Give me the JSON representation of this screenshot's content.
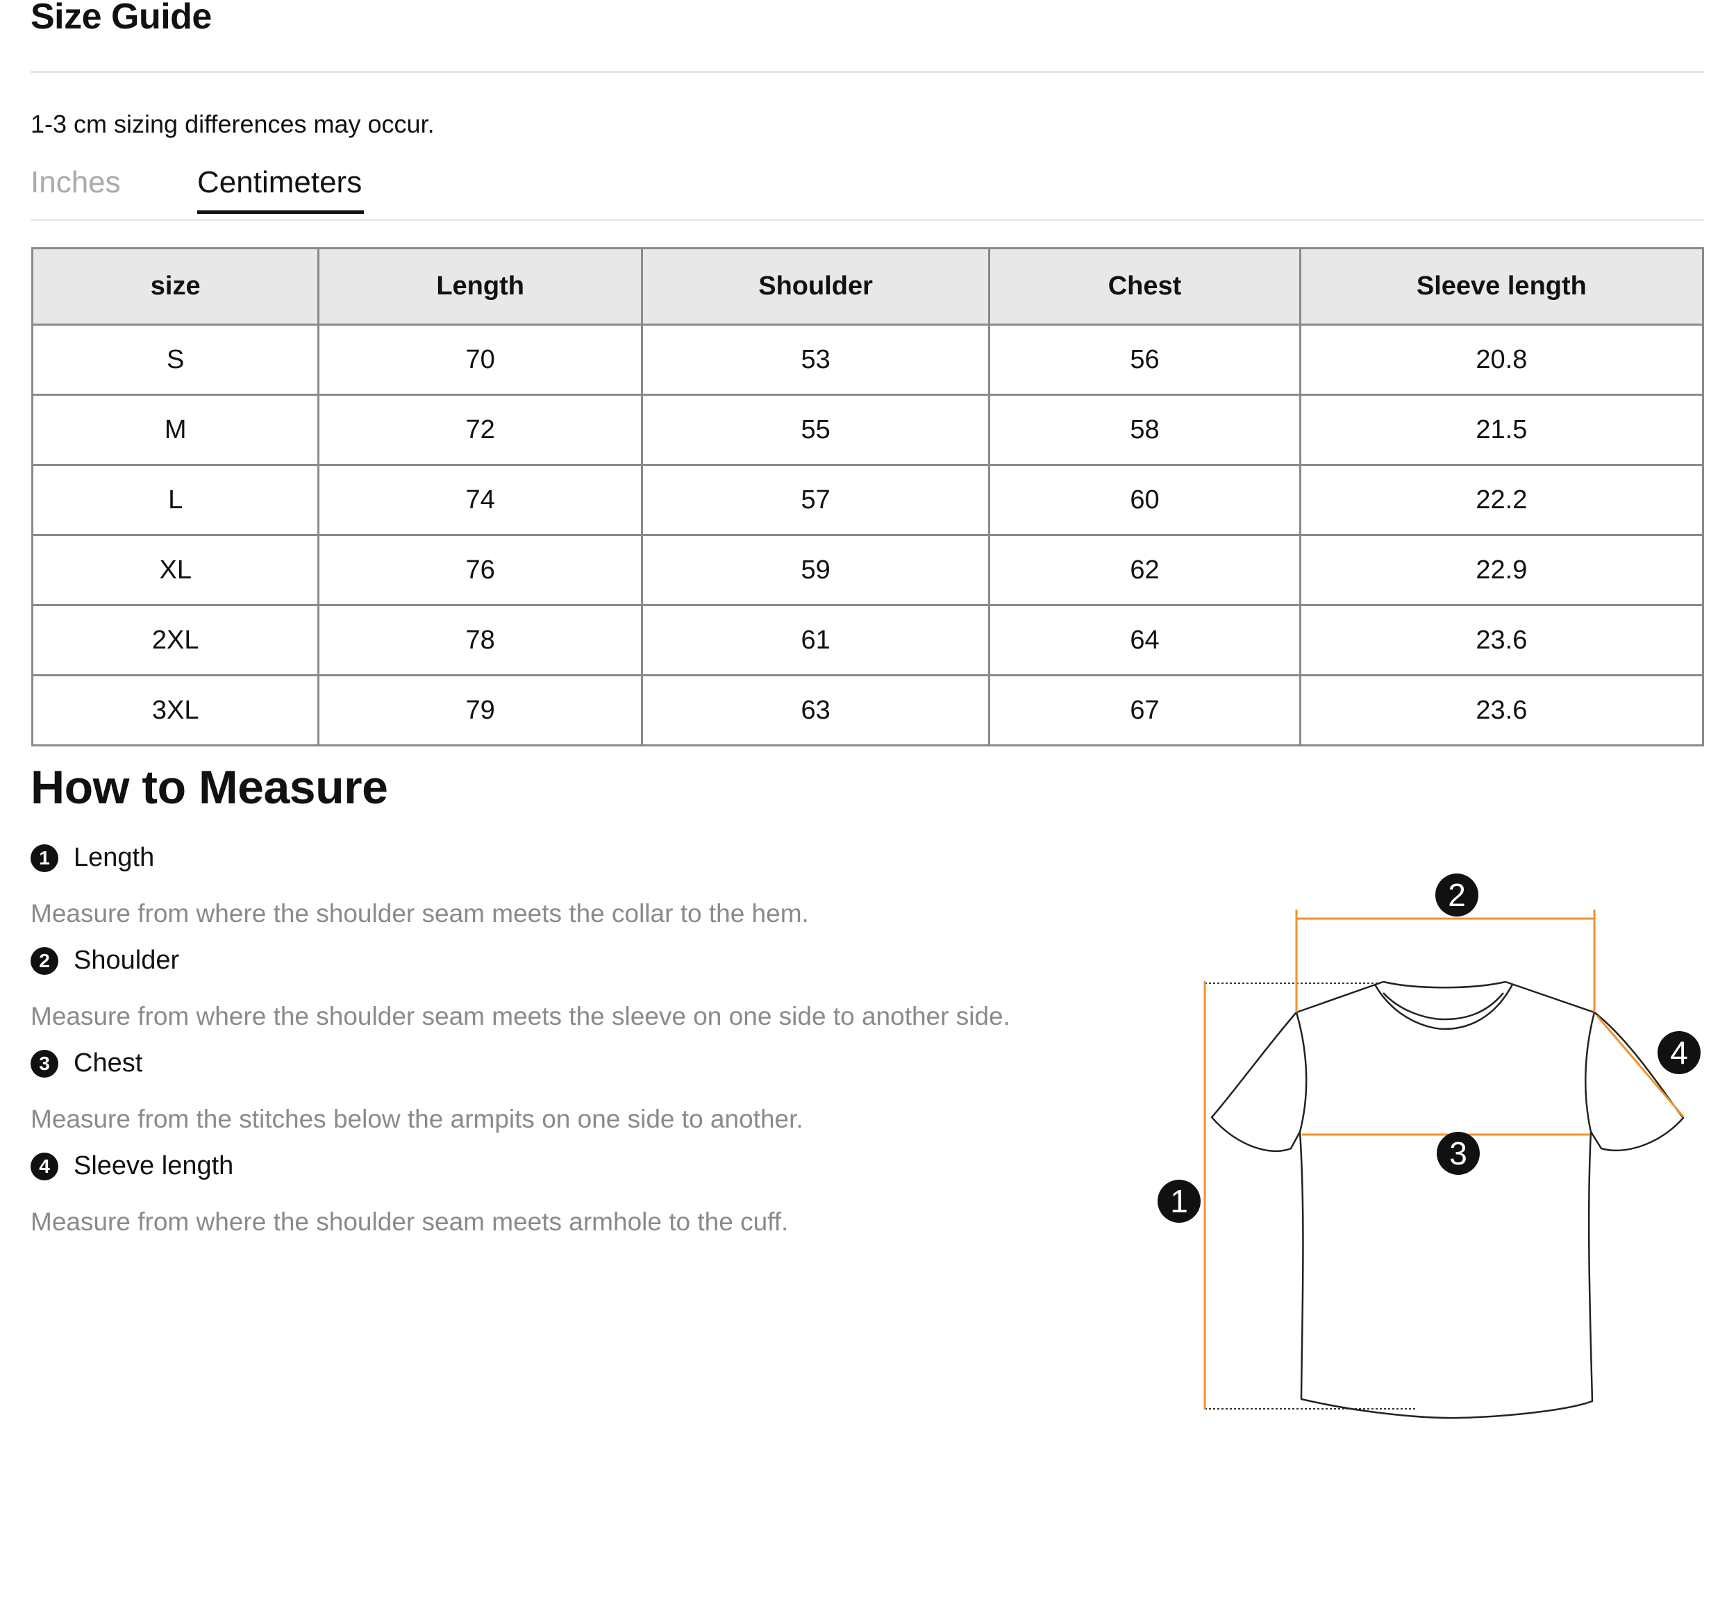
{
  "header": {
    "title": "Size Guide",
    "note": "1-3 cm sizing differences may occur."
  },
  "tabs": [
    {
      "label": "Inches",
      "active": false
    },
    {
      "label": "Centimeters",
      "active": true
    }
  ],
  "table": {
    "columns": [
      "size",
      "Length",
      "Shoulder",
      "Chest",
      "Sleeve length"
    ],
    "rows": [
      [
        "S",
        "70",
        "53",
        "56",
        "20.8"
      ],
      [
        "M",
        "72",
        "55",
        "58",
        "21.5"
      ],
      [
        "L",
        "74",
        "57",
        "60",
        "22.2"
      ],
      [
        "XL",
        "76",
        "59",
        "62",
        "22.9"
      ],
      [
        "2XL",
        "78",
        "61",
        "64",
        "23.6"
      ],
      [
        "3XL",
        "79",
        "63",
        "67",
        "23.6"
      ]
    ]
  },
  "how_to_measure": {
    "title": "How to Measure",
    "items": [
      {
        "number": "1",
        "label": "Length",
        "description": "Measure from where the shoulder seam meets the collar to the hem."
      },
      {
        "number": "2",
        "label": "Shoulder",
        "description": "Measure from where the shoulder seam meets the sleeve on one side to another side."
      },
      {
        "number": "3",
        "label": "Chest",
        "description": "Measure from the stitches below the armpits on one side to another."
      },
      {
        "number": "4",
        "label": "Sleeve length",
        "description": "Measure from where the shoulder seam meets armhole to the cuff."
      }
    ]
  },
  "diagram": {
    "badges": [
      "1",
      "2",
      "3",
      "4"
    ],
    "measure_line_color": "#f0922e",
    "outline_color": "#222222"
  }
}
